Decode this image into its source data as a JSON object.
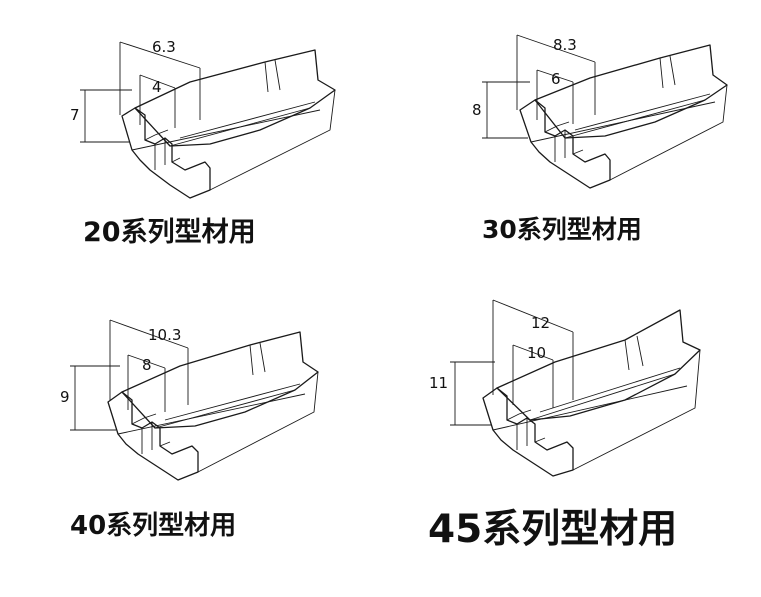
{
  "panels": [
    {
      "caption": "20系列型材用",
      "dims": {
        "outer_width": "6.3",
        "inner_width": "4",
        "height": "7"
      }
    },
    {
      "caption": "30系列型材用",
      "dims": {
        "outer_width": "8.3",
        "inner_width": "6",
        "height": "8"
      }
    },
    {
      "caption": "40系列型材用",
      "dims": {
        "outer_width": "10.3",
        "inner_width": "8",
        "height": "9"
      }
    },
    {
      "caption": "45系列型材用",
      "dims": {
        "outer_width": "12",
        "inner_width": "10",
        "height": "11"
      }
    }
  ]
}
